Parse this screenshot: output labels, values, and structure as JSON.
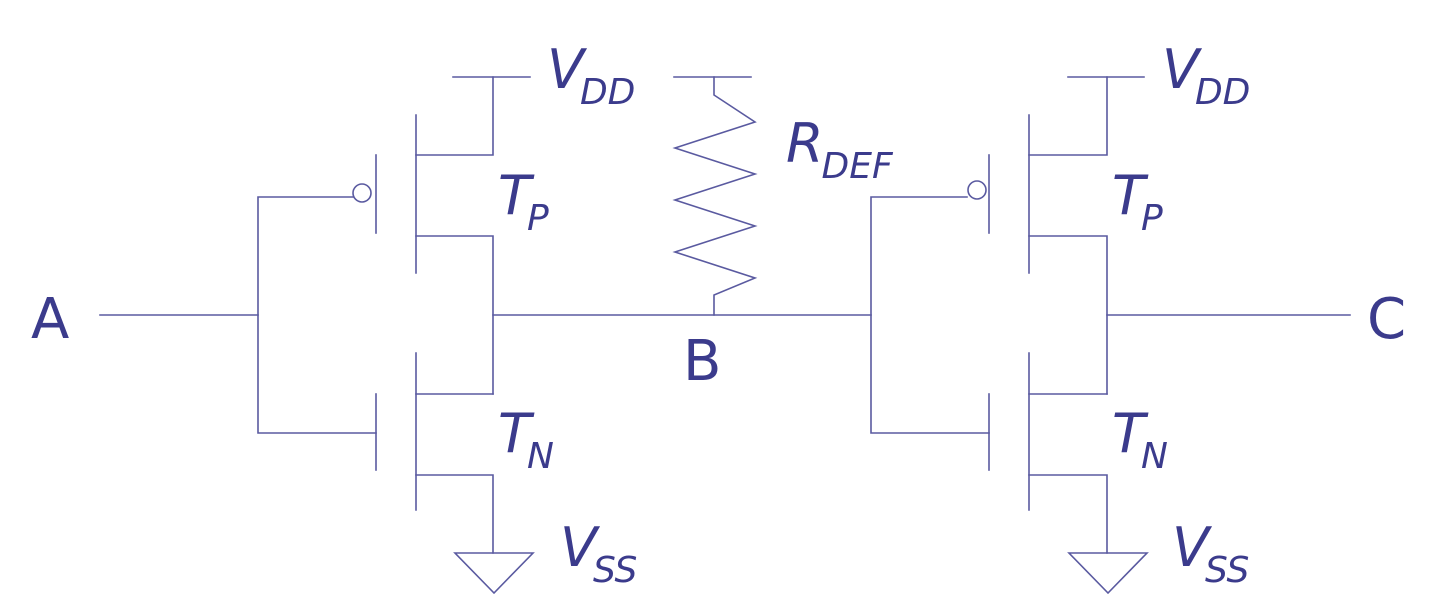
{
  "nodes": {
    "a": "A",
    "b": "B",
    "c": "C"
  },
  "supply": {
    "vdd": {
      "main": "V",
      "sub": "DD"
    },
    "vss": {
      "main": "V",
      "sub": "SS"
    }
  },
  "transistors": {
    "pmos": {
      "main": "T",
      "sub": "P"
    },
    "nmos": {
      "main": "T",
      "sub": "N"
    }
  },
  "resistor": {
    "main": "R",
    "sub": "DEF"
  },
  "colors": {
    "line": "#5a5aa0",
    "text": "#3b3b8c",
    "background": "#ffffff"
  }
}
